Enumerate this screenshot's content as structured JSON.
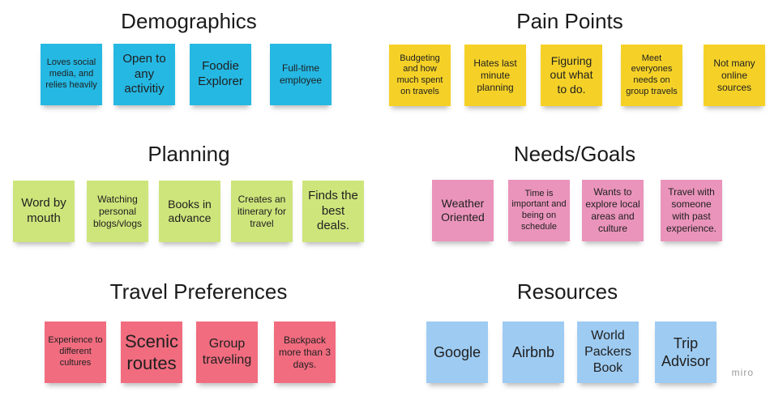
{
  "colors": {
    "blue": "#25b8e3",
    "yellow": "#f5d128",
    "green": "#cee57b",
    "pink": "#ea94bb",
    "red": "#f16c7f",
    "lightblue": "#9ecbf2"
  },
  "sections": {
    "demographics": {
      "title": "Demographics",
      "notes": [
        "Loves social media, and relies heavily",
        "Open to any activitiy",
        "Foodie Explorer",
        "Full-time employee"
      ]
    },
    "pain_points": {
      "title": "Pain Points",
      "notes": [
        "Budgeting and how much spent on travels",
        "Hates last minute planning",
        "Figuring out what to do.",
        "Meet everyones needs on group travels",
        "Not many online sources"
      ]
    },
    "planning": {
      "title": "Planning",
      "notes": [
        "Word by mouth",
        "Watching personal blogs/vlogs",
        "Books in advance",
        "Creates an itinerary for travel",
        "Finds the best deals."
      ]
    },
    "needs_goals": {
      "title": "Needs/Goals",
      "notes": [
        "Weather Oriented",
        "Time is important and being on schedule",
        "Wants to explore local areas and culture",
        "Travel with someone with past experience."
      ]
    },
    "travel_preferences": {
      "title": "Travel Preferences",
      "notes": [
        "Experience to different cultures",
        "Scenic routes",
        "Group traveling",
        "Backpack more than 3 days."
      ]
    },
    "resources": {
      "title": "Resources",
      "notes": [
        "Google",
        "Airbnb",
        "World Packers Book",
        "Trip Advisor"
      ]
    }
  },
  "watermark": "miro"
}
